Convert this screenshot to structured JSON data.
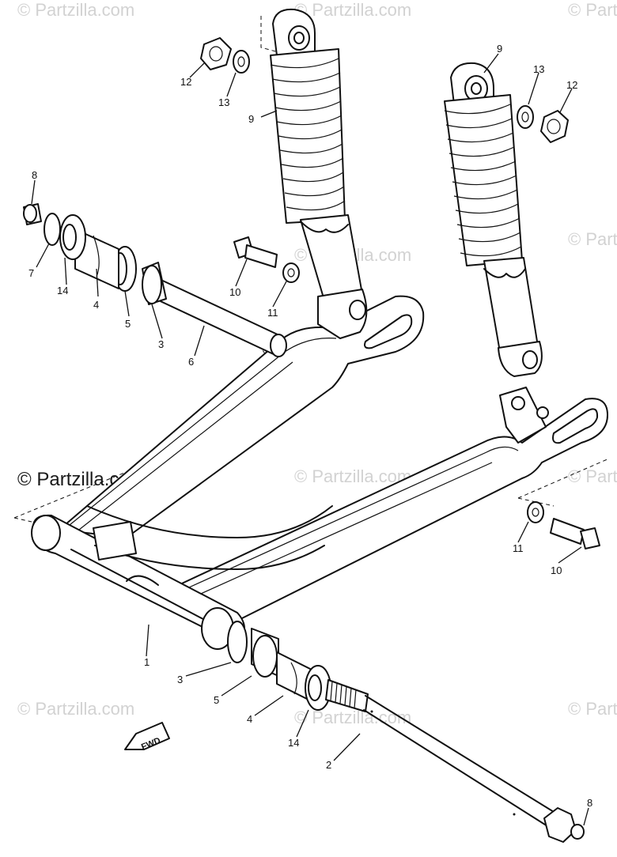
{
  "watermark": {
    "faded_text": "© Partzilla.com",
    "main_text": "© Partzilla.com"
  },
  "direction_badge": {
    "text": "FWD"
  },
  "callouts": {
    "c8_top": "8",
    "c7": "7",
    "c14_top": "14",
    "c4_top": "4",
    "c5_top": "5",
    "c3_top": "3",
    "c6": "6",
    "c12_left": "12",
    "c13_left": "13",
    "c9_left": "9",
    "c10_top": "10",
    "c11_top": "11",
    "c9_right": "9",
    "c13_right": "13",
    "c12_right": "12",
    "c11_right": "11",
    "c10_right": "10",
    "c1": "1",
    "c3_bottom": "3",
    "c5_bottom": "5",
    "c4_bottom": "4",
    "c14_bottom": "14",
    "c2": "2",
    "c8_bottom": "8"
  }
}
